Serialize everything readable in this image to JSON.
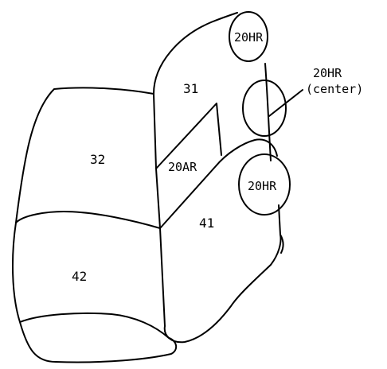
{
  "labels": {
    "part_31": "31",
    "part_32": "32",
    "part_41": "41",
    "part_42": "42",
    "part_20ar": "20AR",
    "hr_top": "20HR",
    "hr_bottom": "20HR",
    "hr_center_line1": "20HR",
    "hr_center_line2": "(center)"
  }
}
